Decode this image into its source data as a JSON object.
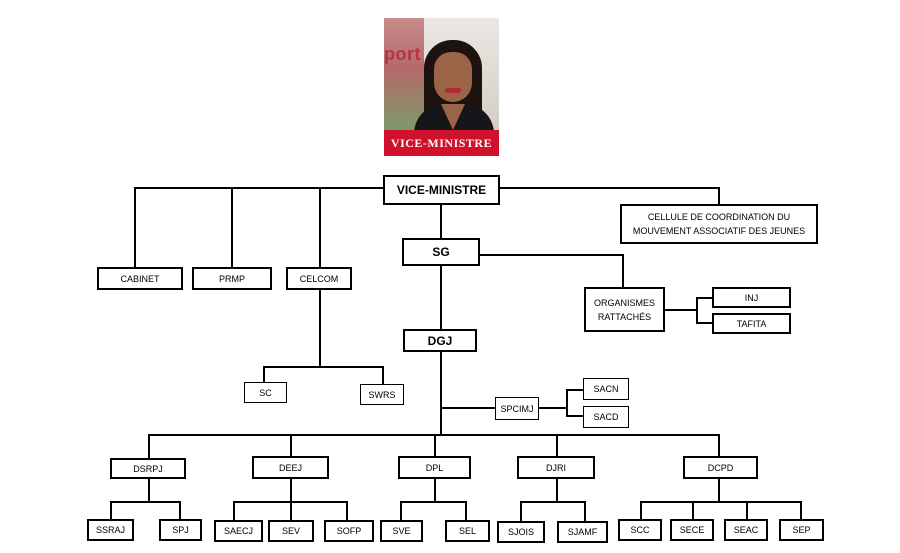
{
  "portrait": {
    "banner": "VICE-MINISTRE",
    "backdrop_text": "port"
  },
  "nodes": {
    "vice_ministre": "VICE-MINISTRE",
    "cellule": "CELLULE DE COORDINATION DU\nMOUVEMENT  ASSOCIATIF DES JEUNES",
    "sg": "SG",
    "cabinet": "CABINET",
    "prmp": "PRMP",
    "celcom": "CELCOM",
    "organismes": "ORGANISMES\nRATTACHÉS",
    "inj": "INJ",
    "tafita": "TAFITA",
    "dgj": "DGJ",
    "sc": "SC",
    "swrs": "SWRS",
    "spcimj": "SPCIMJ",
    "sacn": "SACN",
    "sacd": "SACD",
    "dsrpj": "DSRPJ",
    "deej": "DEEJ",
    "dpl": "DPL",
    "djri": "DJRI",
    "dcpd": "DCPD",
    "ssraj": "SSRAJ",
    "spj": "SPJ",
    "saecj": "SAECJ",
    "sev": "SEV",
    "sofp": "SOFP",
    "sve": "SVE",
    "sel": "SEL",
    "sjois": "SJOIS",
    "sjamf": "SJAMF",
    "scc": "SCC",
    "sece": "SECE",
    "seac": "SEAC",
    "sep": "SEP"
  }
}
